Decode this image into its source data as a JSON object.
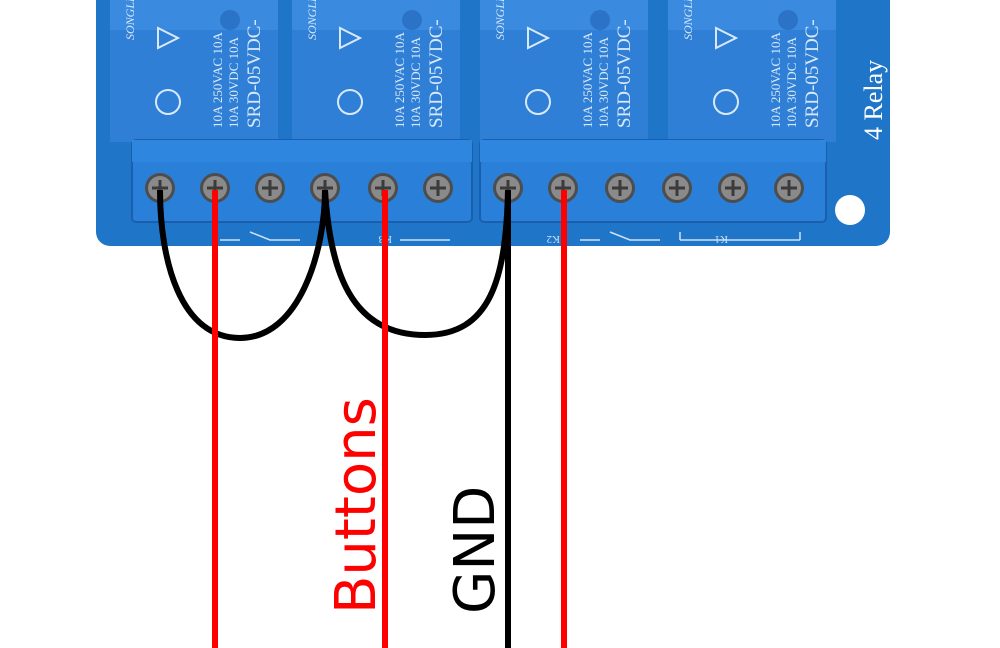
{
  "board": {
    "title": "4 Relay",
    "colors": {
      "pcb": "#1f76c8",
      "pcb_dark": "#1559a3",
      "relay": "#2f7fd6",
      "relay_top": "#3a8ae0",
      "terminal": "#2a7fd8",
      "screw": "#6e6e6e"
    },
    "relays": [
      {
        "brand": "SONGLE",
        "rating_1": "10A 250VAC 10A",
        "rating_2": "10A  30VDC 10A",
        "model": "SRD-05VDC-"
      },
      {
        "brand": "SONGLE",
        "rating_1": "10A 250VAC 10A",
        "rating_2": "10A  30VDC 10A",
        "model": "SRD-05VDC-"
      },
      {
        "brand": "SONGLE",
        "rating_1": "10A 250VAC 10A",
        "rating_2": "10A  30VDC 10A",
        "model": "SRD-05VDC-"
      },
      {
        "brand": "SONGLE",
        "rating_1": "10A 250VAC 10A",
        "rating_2": "10A  30VDC 10A",
        "model": "SRD-05VDC-"
      }
    ],
    "terminal_marks": [
      "K3",
      "K2",
      "K1"
    ]
  },
  "wires": {
    "colors": {
      "signal": "#ff0000",
      "ground": "#000000"
    }
  },
  "labels": {
    "buttons": "Buttons",
    "gnd": "GND"
  }
}
